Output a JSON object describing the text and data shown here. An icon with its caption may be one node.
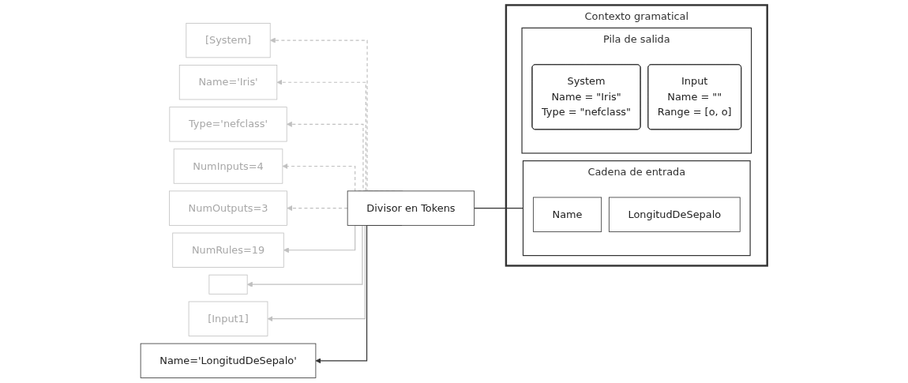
{
  "diagram": {
    "nodes": [
      {
        "text": [
          "[System]"
        ]
      },
      {
        "text": [
          "Name='Iris'"
        ]
      },
      {
        "text": [
          "Type='nefclass'"
        ]
      },
      {
        "text": [
          "NumInputs=4"
        ]
      },
      {
        "text": [
          "NumOutputs=3"
        ]
      },
      {
        "text": [
          "NumRules=19"
        ]
      },
      {
        "text": [],
        "shape": "box"
      },
      {
        "text": [
          "[Input1]"
        ]
      },
      {
        "text": [
          "Name='LongitudDeSepalo'"
        ]
      },
      {
        "text": [
          "Divisor en Tokens"
        ]
      },
      {
        "text": [
          "Contexto gramatical"
        ]
      },
      {
        "text": [
          "Cadena de entrada"
        ],
        "in": 10
      },
      {
        "text": [
          "Name"
        ],
        "in": 11
      },
      {
        "text": [
          "LongitudDeSepalo"
        ],
        "in": 11
      },
      {
        "text": [
          "Pila de salida"
        ],
        "in": 10
      },
      {
        "text": [
          "System",
          "Name = \"Iris\"",
          "Type = \"nefclass\""
        ],
        "in": 14
      },
      {
        "text": [
          "Input",
          "Name = \"\"",
          "Range = [o, o]"
        ],
        "in": 14
      }
    ],
    "edges": [
      {
        "from": 9,
        "to": 0,
        "arrow": "to",
        "style": "dashed",
        "color": "#c0c0c0"
      },
      {
        "from": 9,
        "to": 1,
        "arrow": "to",
        "style": "dashed",
        "color": "#c0c0c0"
      },
      {
        "from": 9,
        "to": 2,
        "arrow": "to",
        "style": "dashed",
        "color": "#c0c0c0"
      },
      {
        "from": 9,
        "to": 3,
        "arrow": "to",
        "style": "dashed",
        "color": "#c0c0c0"
      },
      {
        "from": 9,
        "to": 4,
        "arrow": "to",
        "style": "dashed",
        "color": "#c0c0c0"
      },
      {
        "from": 9,
        "to": 5,
        "arrow": "to",
        "color": "#c0c0c0"
      },
      {
        "from": 9,
        "to": 6,
        "arrow": "to",
        "color": "#c0c0c0"
      },
      {
        "from": 9,
        "to": 7,
        "arrow": "to",
        "color": "#c0c0c0"
      },
      {
        "from": 9,
        "to": 8,
        "arrow": "to",
        "color": "#333333"
      },
      {
        "from": 9,
        "to": 11,
        "arrow": "none",
        "color": "#333333"
      }
    ]
  }
}
